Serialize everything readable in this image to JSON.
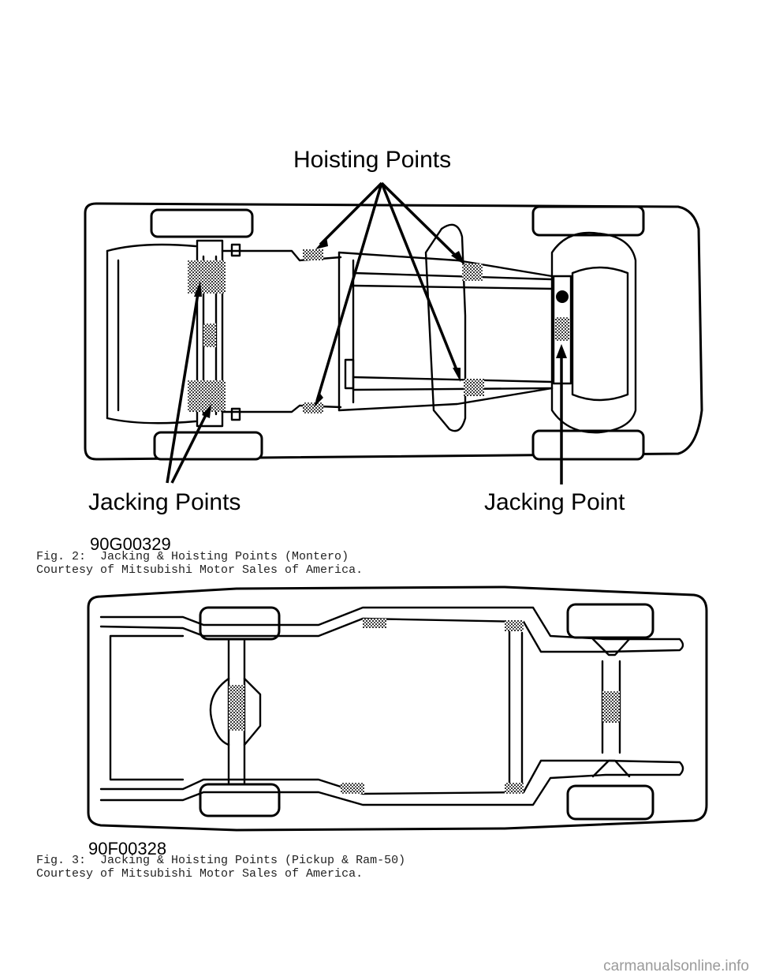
{
  "figure2": {
    "label_top": "Hoisting Points",
    "label_bottom_left": "Jacking Points",
    "label_bottom_right": "Jacking Point",
    "image_code": "90G00329",
    "caption_line1": "Fig. 2:  Jacking & Hoisting Points (Montero)",
    "caption_line2": "Courtesy of Mitsubishi Motor Sales of America."
  },
  "figure3": {
    "image_code": "90F00328",
    "caption_line1": "Fig. 3:  Jacking & Hoisting Points (Pickup & Ram-50)",
    "caption_line2": "Courtesy of Mitsubishi Motor Sales of America."
  },
  "watermark": "carmanualsonline.info"
}
